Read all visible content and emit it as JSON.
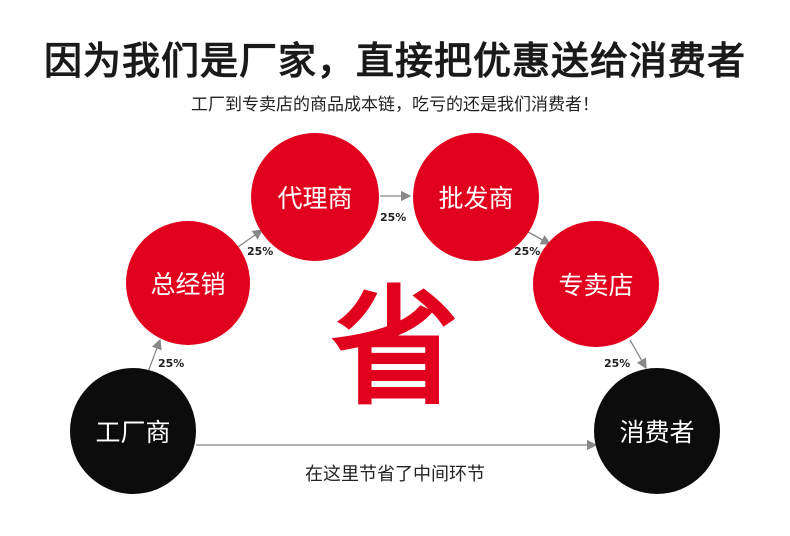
{
  "headline": "因为我们是厂家，直接把优惠送给消费者",
  "subline": "工厂到专卖店的商品成本链，吃亏的还是我们消费者！",
  "nodes": {
    "factory": "工厂商",
    "distributor": "总经销",
    "agent": "代理商",
    "wholesaler": "批发商",
    "store": "专卖店",
    "consumer": "消费者"
  },
  "markups": [
    "25%",
    "25%",
    "25%",
    "25%",
    "25%"
  ],
  "center_char": "省",
  "bottom_note": "在这里节省了中间环节",
  "colors": {
    "red": "#e1001e",
    "black": "#0c0c0c"
  }
}
